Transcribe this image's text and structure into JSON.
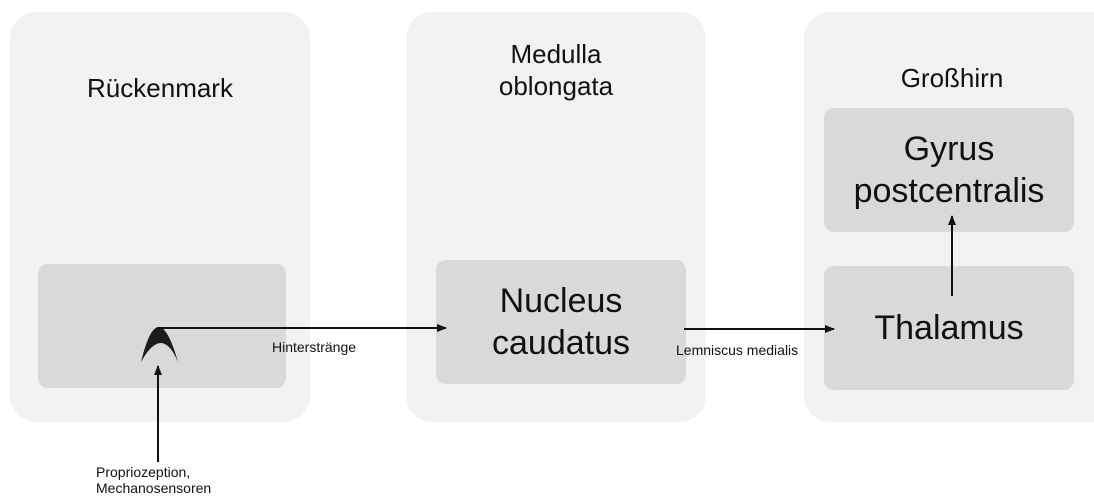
{
  "regions": {
    "spinal": {
      "title": "Rückenmark"
    },
    "medulla": {
      "title": "Medulla\noblongata"
    },
    "cerebrum": {
      "title": "Großhirn"
    }
  },
  "nodes": {
    "nucleus": "Nucleus\ncaudatus",
    "thalamus": "Thalamus",
    "gyrus": "Gyrus\npostcentralis"
  },
  "edges": {
    "hinterstraenge": "Hinterstränge",
    "lemniscus": "Lemniscus medialis",
    "input": "Propriozeption,\nMechanosensoren"
  }
}
